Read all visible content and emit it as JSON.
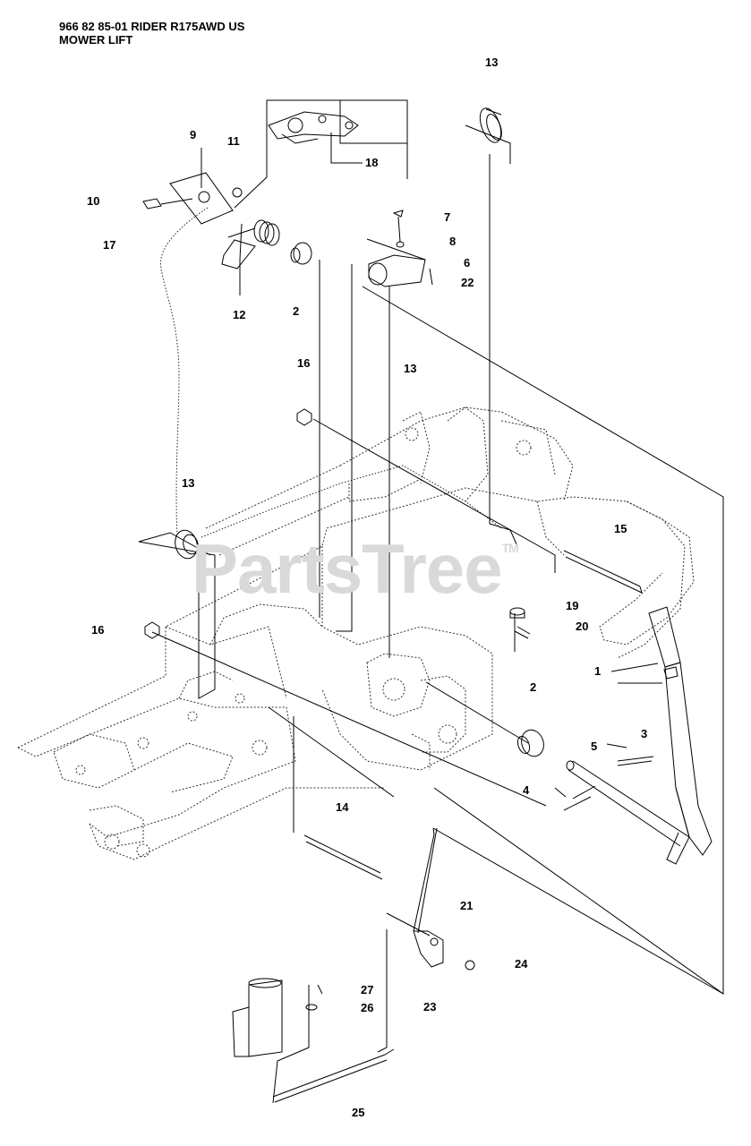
{
  "header": {
    "model_line": "966 82 85-01 RIDER R175AWD US",
    "section_title": "MOWER LIFT"
  },
  "watermark": {
    "text": "PartsTree",
    "mark": "TM"
  },
  "callouts": [
    {
      "id": "c13a",
      "label": "13"
    },
    {
      "id": "c9",
      "label": "9"
    },
    {
      "id": "c11",
      "label": "11"
    },
    {
      "id": "c18",
      "label": "18"
    },
    {
      "id": "c10",
      "label": "10"
    },
    {
      "id": "c17",
      "label": "17"
    },
    {
      "id": "c7",
      "label": "7"
    },
    {
      "id": "c8",
      "label": "8"
    },
    {
      "id": "c6",
      "label": "6"
    },
    {
      "id": "c22",
      "label": "22"
    },
    {
      "id": "c12",
      "label": "12"
    },
    {
      "id": "c2a",
      "label": "2"
    },
    {
      "id": "c16a",
      "label": "16"
    },
    {
      "id": "c13b",
      "label": "13"
    },
    {
      "id": "c13c",
      "label": "13"
    },
    {
      "id": "c15",
      "label": "15"
    },
    {
      "id": "c19",
      "label": "19"
    },
    {
      "id": "c20",
      "label": "20"
    },
    {
      "id": "c16b",
      "label": "16"
    },
    {
      "id": "c1",
      "label": "1"
    },
    {
      "id": "c2b",
      "label": "2"
    },
    {
      "id": "c5",
      "label": "5"
    },
    {
      "id": "c3",
      "label": "3"
    },
    {
      "id": "c4",
      "label": "4"
    },
    {
      "id": "c14",
      "label": "14"
    },
    {
      "id": "c21",
      "label": "21"
    },
    {
      "id": "c24",
      "label": "24"
    },
    {
      "id": "c27",
      "label": "27"
    },
    {
      "id": "c26",
      "label": "26"
    },
    {
      "id": "c23",
      "label": "23"
    },
    {
      "id": "c25",
      "label": "25"
    }
  ]
}
